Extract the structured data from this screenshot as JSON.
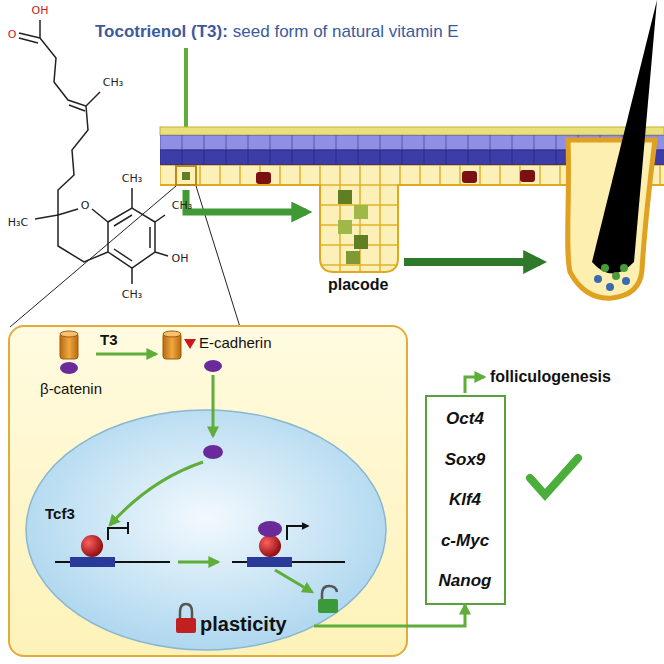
{
  "diagram": {
    "nodes": [
      {
        "text": [
          "T3",
          "E-cadherin",
          "β-catenin"
        ]
      },
      {
        "text": [
          "Tcf3",
          "plasticity"
        ],
        "in": 0
      },
      {
        "text": [
          "Oct4",
          "Sox9",
          "Klf4",
          "c-Myc",
          "Nanog"
        ]
      }
    ],
    "edges": [
      {
        "from": 1,
        "to": 2,
        "arrow": "to"
      }
    ],
    "labels": [
      "OH",
      "O",
      "CH₃",
      "Tocotrienol (T3):",
      "seed form of natural vitamin E",
      "H₃C",
      "O",
      "CH₃",
      "CH₃",
      "OH",
      "CH₃",
      "placode",
      "folliculogenesis"
    ]
  }
}
